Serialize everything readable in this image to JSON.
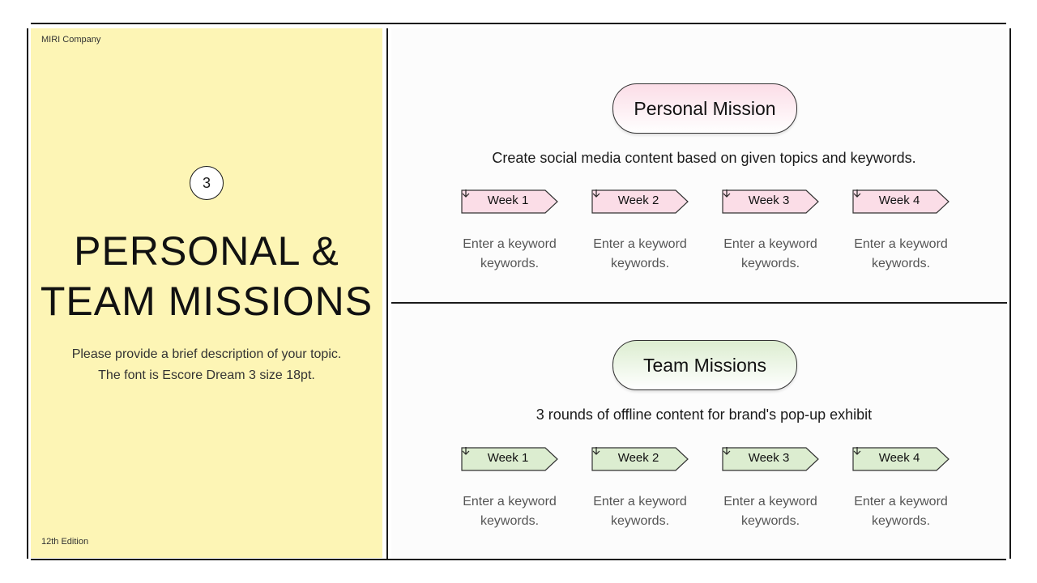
{
  "left": {
    "company": "MIRI Company",
    "number": "3",
    "title_line1": "PERSONAL &",
    "title_line2": "TEAM MISSIONS",
    "desc_line1": "Please provide a brief description of your topic.",
    "desc_line2": "The font is Escore Dream 3 size 18pt.",
    "edition": "12th Edition",
    "background": "#fdf5b5"
  },
  "personal": {
    "title": "Personal Mission",
    "subtitle": "Create social media content based on given topics and keywords.",
    "tag_color": "#fbdde7",
    "weeks": [
      {
        "label": "Week 1",
        "kw1": "Enter a keyword",
        "kw2": "keywords."
      },
      {
        "label": "Week 2",
        "kw1": "Enter a keyword",
        "kw2": "keywords."
      },
      {
        "label": "Week 3",
        "kw1": "Enter a keyword",
        "kw2": "keywords."
      },
      {
        "label": "Week 4",
        "kw1": "Enter a keyword",
        "kw2": "keywords."
      }
    ]
  },
  "team": {
    "title": "Team Missions",
    "subtitle": "3 rounds of offline content for brand's pop-up exhibit",
    "tag_color": "#dcedd0",
    "weeks": [
      {
        "label": "Week 1",
        "kw1": "Enter a keyword",
        "kw2": "keywords."
      },
      {
        "label": "Week 2",
        "kw1": "Enter a keyword",
        "kw2": "keywords."
      },
      {
        "label": "Week 3",
        "kw1": "Enter a keyword",
        "kw2": "keywords."
      },
      {
        "label": "Week 4",
        "kw1": "Enter a keyword",
        "kw2": "keywords."
      }
    ]
  }
}
